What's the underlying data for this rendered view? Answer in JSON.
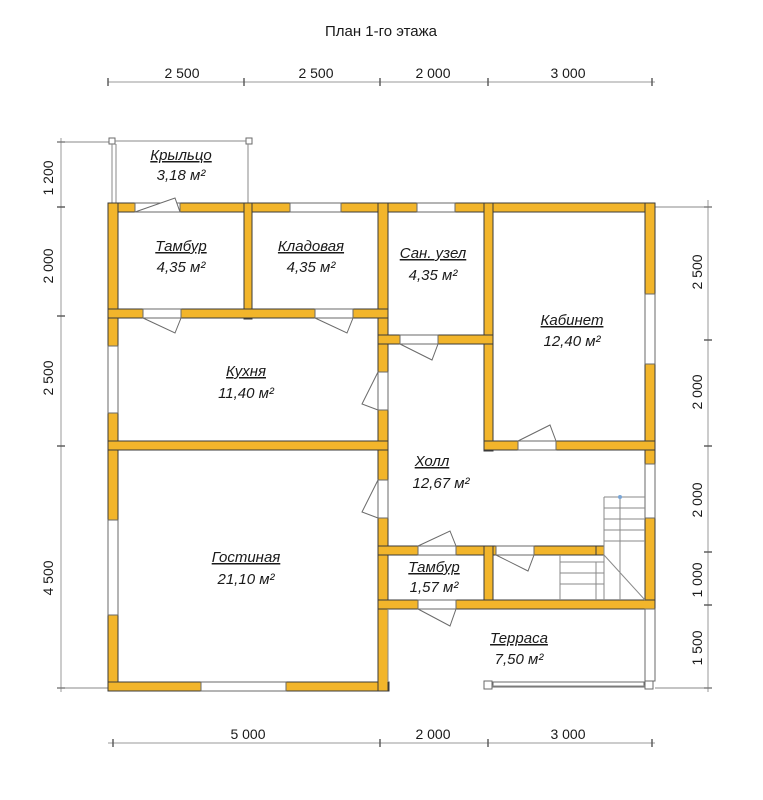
{
  "title": "План 1-го этажа",
  "dimensions": {
    "top": [
      "2 500",
      "2 500",
      "2 000",
      "3 000"
    ],
    "bottom": [
      "5 000",
      "2 000",
      "3 000"
    ],
    "left": [
      "1 200",
      "2 000",
      "2 500",
      "4 500"
    ],
    "right": [
      "2 500",
      "2 000",
      "2 000",
      "1 000",
      "1 500"
    ]
  },
  "rooms": {
    "porch": {
      "name": "Крыльцо",
      "area": "3,18 м²"
    },
    "vestibule_top": {
      "name": "Тамбур",
      "area": "4,35 м²"
    },
    "pantry": {
      "name": "Кладовая",
      "area": "4,35 м²"
    },
    "bathroom": {
      "name": "Сан. узел",
      "area": "4,35 м²"
    },
    "study": {
      "name": "Кабинет",
      "area": "12,40 м²"
    },
    "kitchen": {
      "name": "Кухня",
      "area": "11,40 м²"
    },
    "hall": {
      "name": "Холл",
      "area": "12,67 м²"
    },
    "living": {
      "name": "Гостиная",
      "area": "21,10 м²"
    },
    "vestibule_bottom": {
      "name": "Тамбур",
      "area": "1,57 м²"
    },
    "terrace": {
      "name": "Терраса",
      "area": "7,50 м²"
    }
  },
  "colors": {
    "wall": "#f2b52b",
    "outline": "#3a3a3a"
  }
}
